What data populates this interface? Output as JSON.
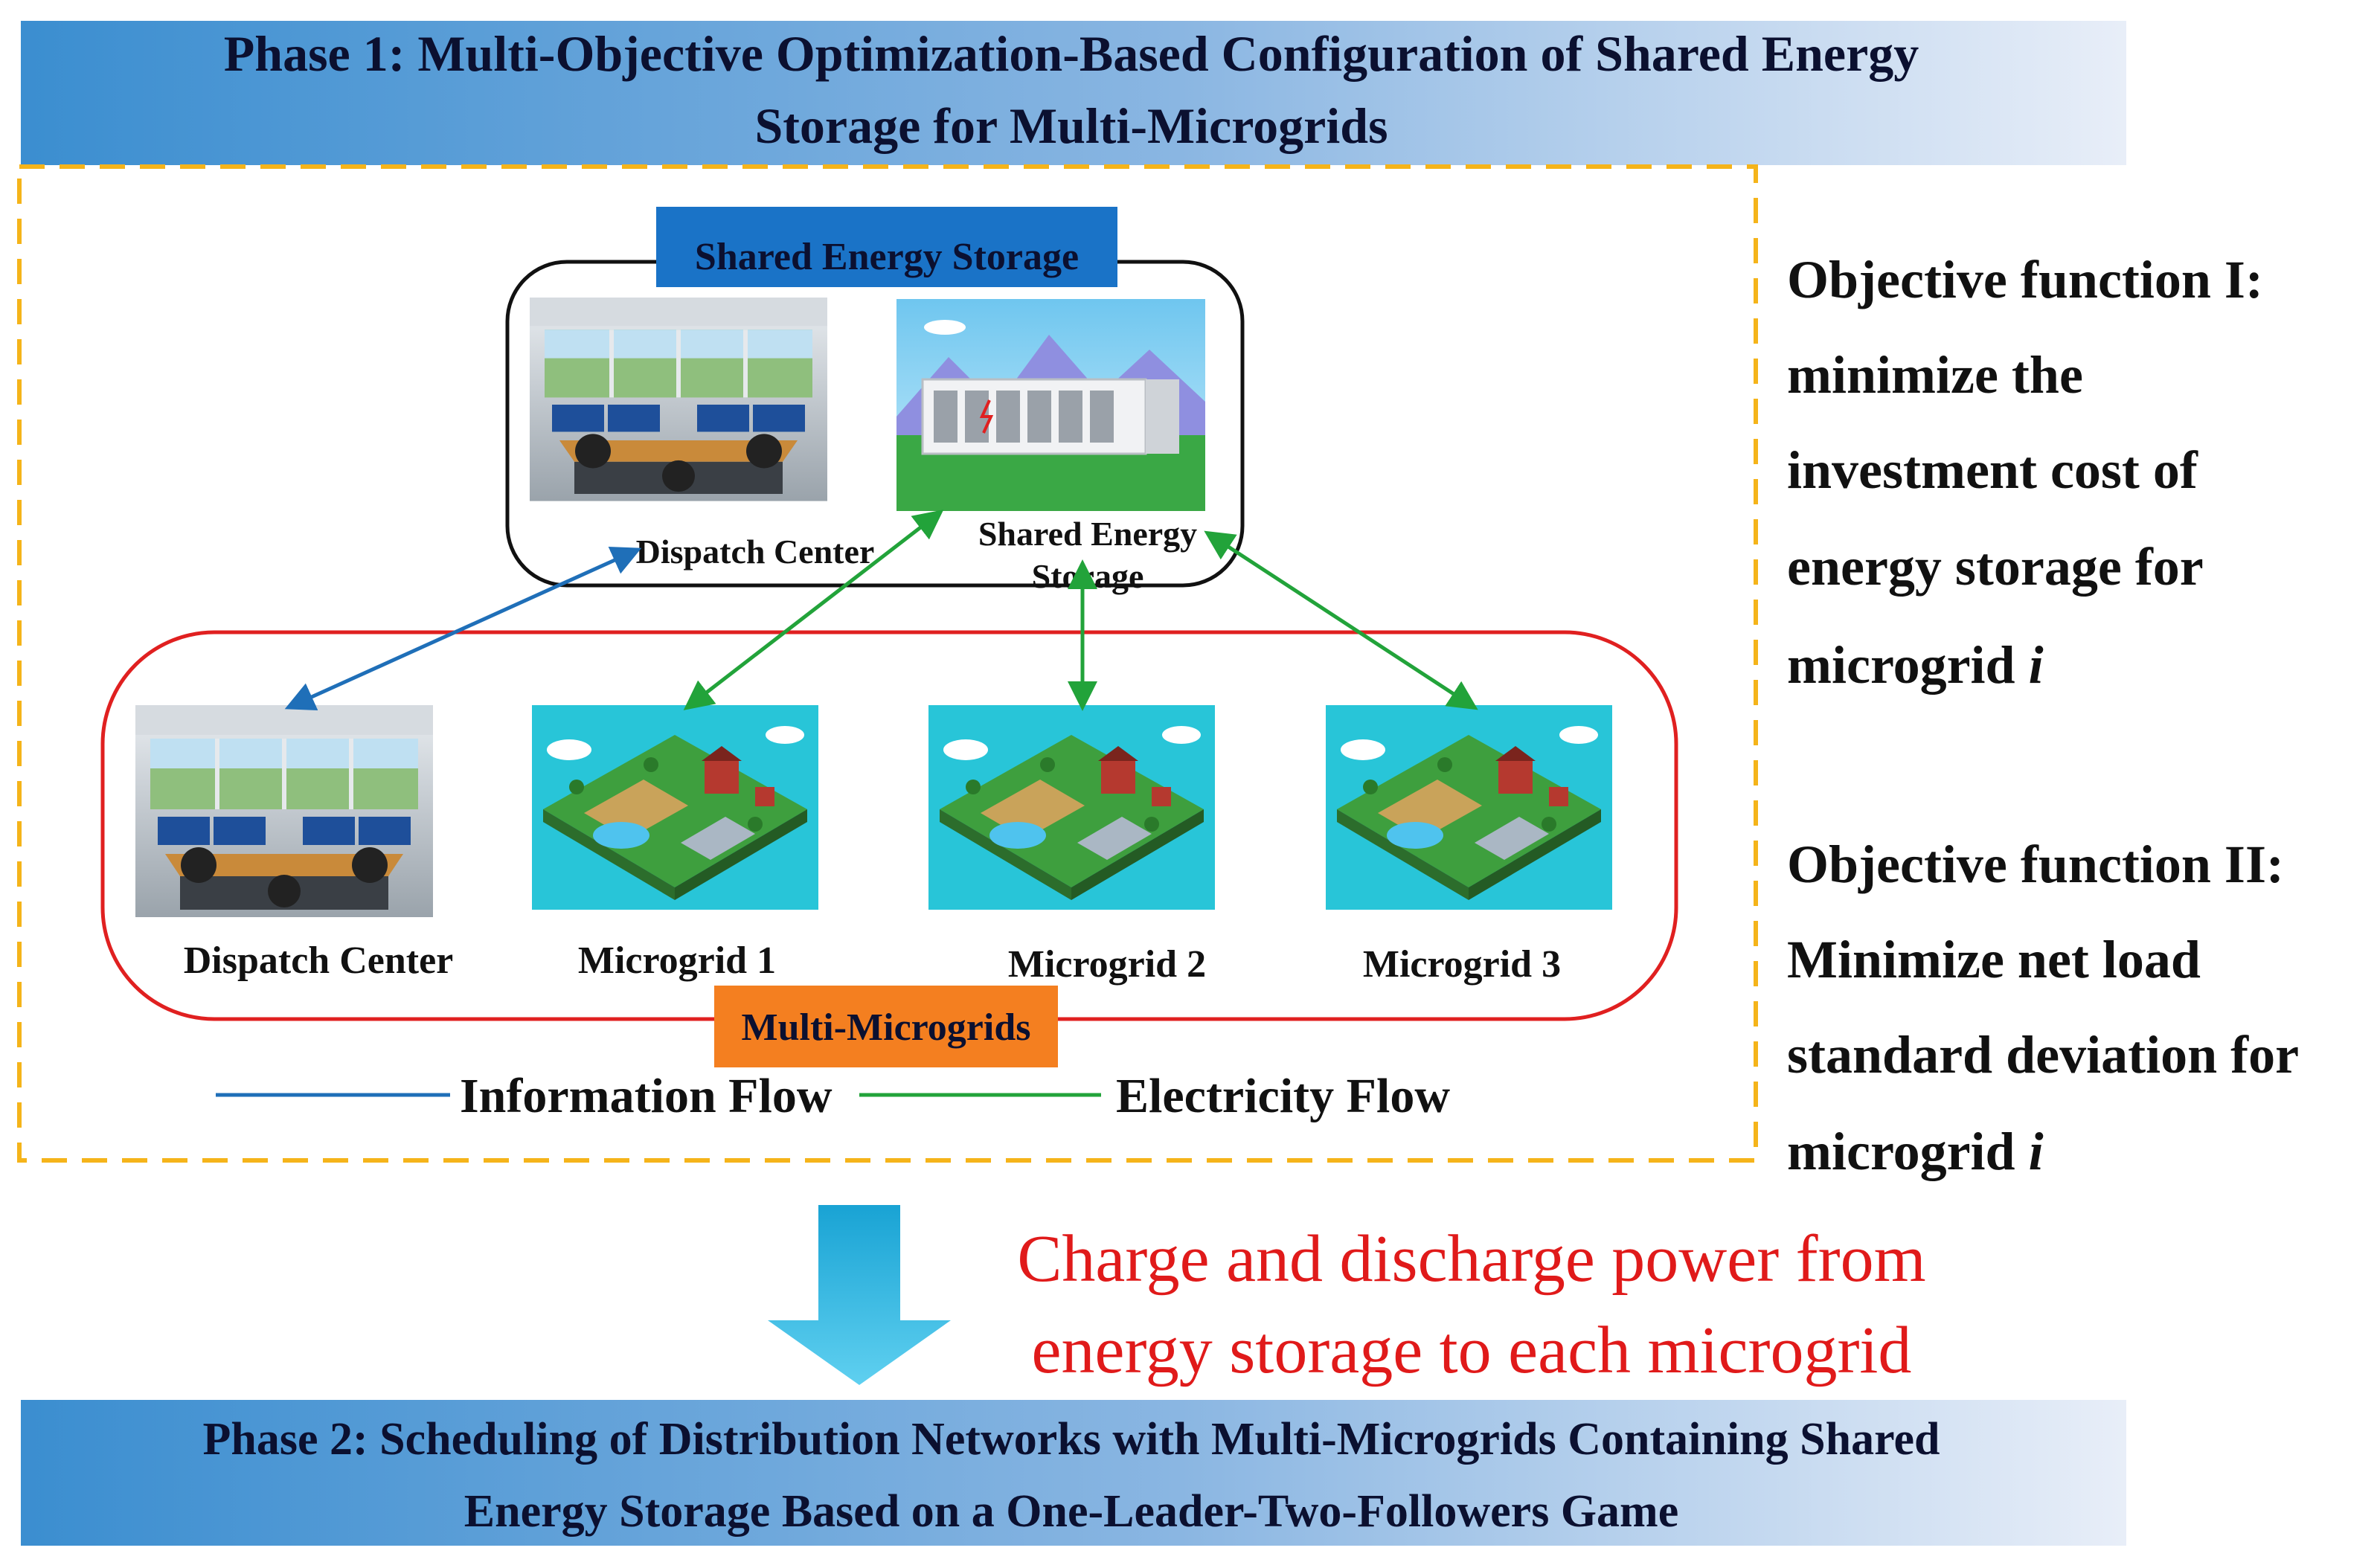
{
  "phase1": {
    "line1": "Phase 1: Multi-Objective Optimization-Based Configuration of Shared Energy",
    "line2": "Storage for Multi-Microgrids"
  },
  "phase2": {
    "line1": "Phase 2: Scheduling of Distribution Networks with Multi-Microgrids Containing Shared",
    "line2": "Energy Storage Based on a One-Leader-Two-Followers Game"
  },
  "top_group": {
    "tag": "Shared Energy Storage",
    "dispatch_label": "Dispatch Center",
    "storage_label_line1": "Shared Energy",
    "storage_label_line2": "Storage"
  },
  "bottom_group": {
    "tag": "Multi-Microgrids",
    "dispatch_label": "Dispatch Center",
    "microgrids": [
      "Microgrid 1",
      "Microgrid 2",
      "Microgrid 3"
    ]
  },
  "legend": {
    "information": "Information Flow",
    "electricity": "Electricity Flow"
  },
  "objectives": {
    "obj1": {
      "title": "Objective function I:",
      "lines": [
        "minimize the",
        "investment cost of",
        "energy storage for"
      ],
      "last_prefix": "microgrid ",
      "last_var": "i"
    },
    "obj2": {
      "title": "Objective function II:",
      "lines": [
        "Minimize net load",
        "standard deviation for"
      ],
      "last_prefix": "microgrid ",
      "last_var": "i"
    }
  },
  "transition": {
    "line1": "Charge and discharge power from",
    "line2": "energy storage to each microgrid"
  },
  "colors": {
    "banner_dark": "#3b8ed0",
    "banner_light": "#e8eef8",
    "dashed_frame": "#f5b41a",
    "top_tag": "#1a73c7",
    "bottom_tag": "#f47f20",
    "red_frame": "#e02020",
    "info_flow": "#1f6fb8",
    "elec_flow": "#22a33a",
    "transition_text": "#e01a1a",
    "down_arrow": "#1aa6d6"
  }
}
